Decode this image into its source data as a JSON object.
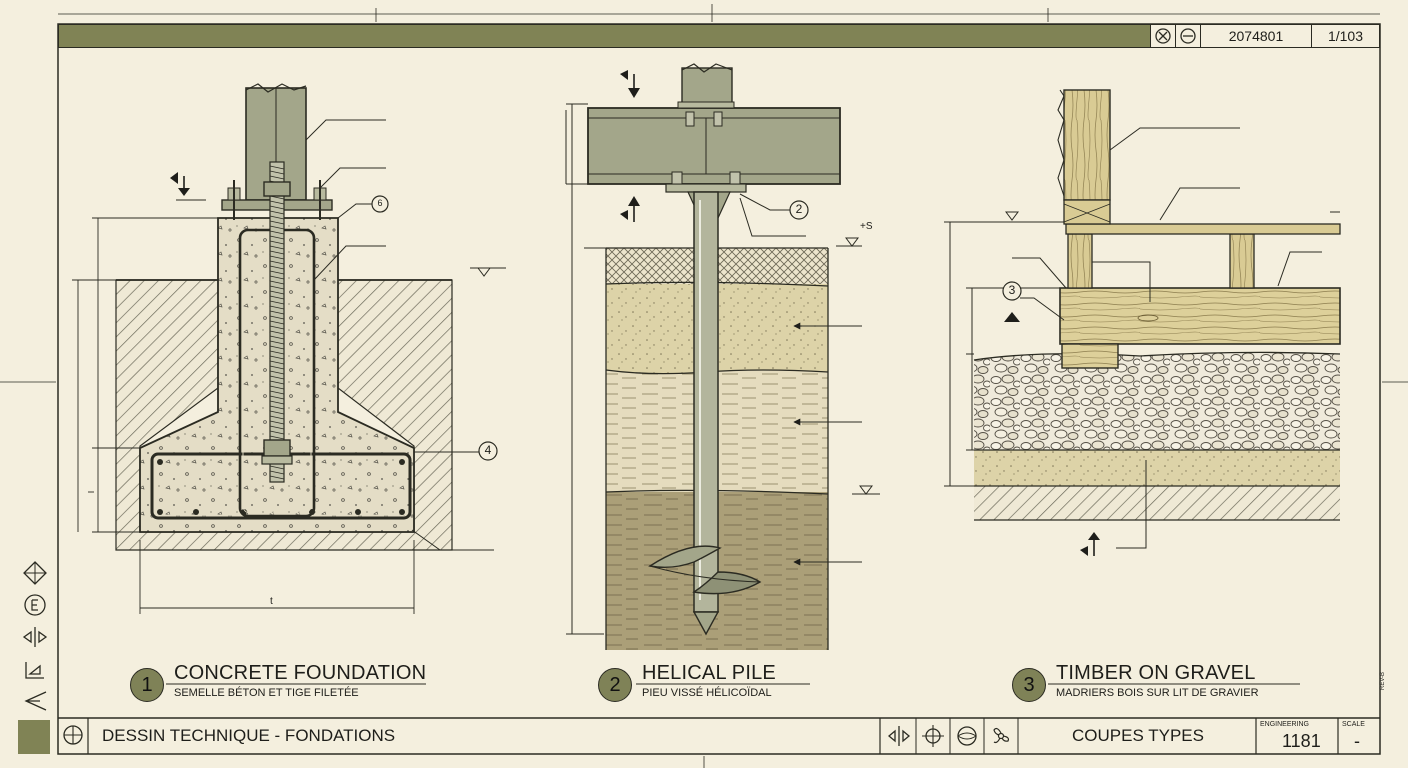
{
  "title_bar": {
    "drawing_number": "2074801",
    "sheet": "1/103",
    "icons": [
      "cross-circle-icon",
      "minus-circle-icon"
    ]
  },
  "views": [
    {
      "number": "1",
      "title": "CONCRETE FOUNDATION",
      "subtitle": "SEMELLE BÉTON ET TIGE FILETÉE",
      "callout": "4",
      "callout_small": "6",
      "dimension_label": "t"
    },
    {
      "number": "2",
      "title": "HELICAL PILE",
      "subtitle": "PIEU VISSÉ HÉLICOÏDAL",
      "callout": "2",
      "level_label": "+S"
    },
    {
      "number": "3",
      "title": "TIMBER ON GRAVEL",
      "subtitle": "MADRIERS BOIS SUR LIT DE GRAVIER",
      "callout": "3"
    }
  ],
  "bottom_bar": {
    "title": "DESSIN TECHNIQUE - FONDATIONS",
    "section_label": "COUPES TYPES",
    "engineering_label": "ENGINEERING",
    "engineering_value": "1181",
    "scale_label": "SCALE",
    "scale_value": "-",
    "icons": [
      "split-arrow-icon",
      "crosshair-icon",
      "globe-icon",
      "fan-icon"
    ]
  },
  "side_margin_text": "REV-B",
  "side_toolbar_icons": [
    "diamond-cross-icon",
    "circle-e-icon",
    "split-arrows-icon",
    "horn-icon",
    "fork-arrow-icon"
  ],
  "colors": {
    "paper": "#f4efde",
    "olive": "#808355",
    "concrete": "#e2dbc3",
    "steel": "#a3a68a",
    "sand": "#ddd3a8",
    "clay": "#e4dcc0",
    "soil_dark": "#a89c74",
    "timber": "#ddd09a"
  }
}
